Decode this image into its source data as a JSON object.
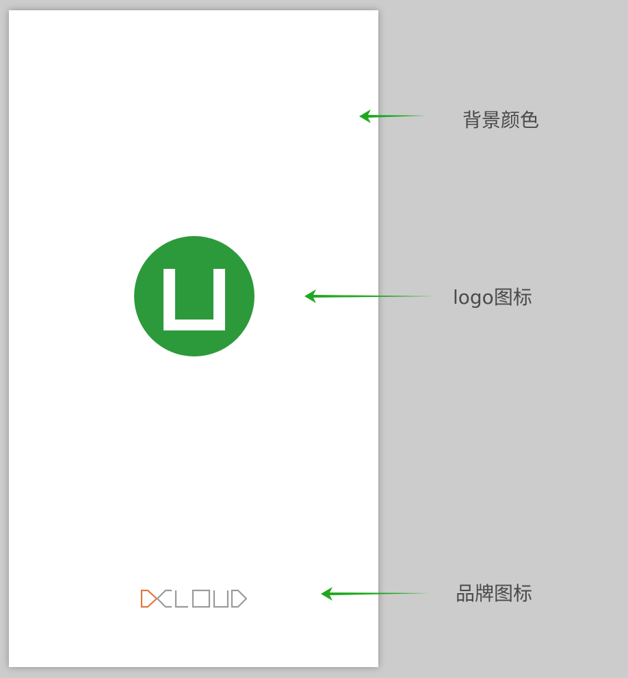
{
  "annotations": {
    "background": "背景颜色",
    "logo": "logo图标",
    "brand": "品牌图标"
  },
  "logo": {
    "letter": "U",
    "icon": "uni-app-u-logo-icon"
  },
  "brand": {
    "text": "DCLOUD",
    "icon": "dcloud-wordmark-icon"
  },
  "colors": {
    "canvas_background": "#cccccc",
    "phone_background": "#ffffff",
    "logo_green": "#2c9a3b",
    "arrow_green": "#1fa81f",
    "brand_orange": "#e0773e",
    "brand_gray": "#9a9a9a",
    "label_text": "#4a4a4a"
  }
}
